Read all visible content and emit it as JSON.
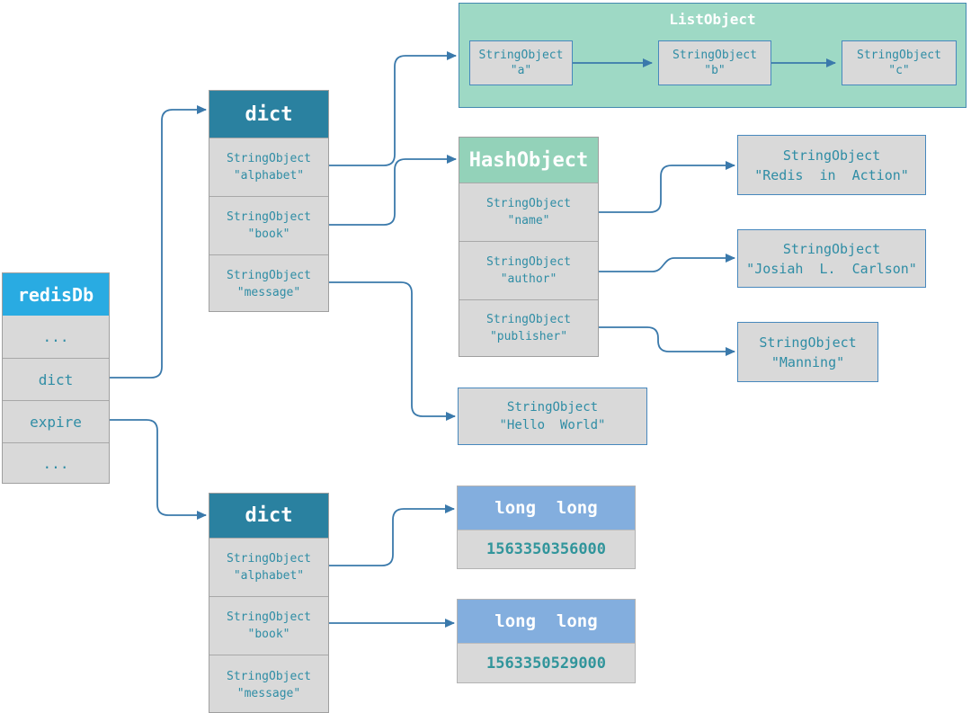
{
  "redisdb": {
    "title": "redisDb",
    "rows": [
      "...",
      "dict",
      "expire",
      "..."
    ]
  },
  "dict_top": {
    "title": "dict",
    "cells": [
      {
        "type": "StringObject",
        "value": "\"alphabet\""
      },
      {
        "type": "StringObject",
        "value": "\"book\""
      },
      {
        "type": "StringObject",
        "value": "\"message\""
      }
    ]
  },
  "dict_bottom": {
    "title": "dict",
    "cells": [
      {
        "type": "StringObject",
        "value": "\"alphabet\""
      },
      {
        "type": "StringObject",
        "value": "\"book\""
      },
      {
        "type": "StringObject",
        "value": "\"message\""
      }
    ]
  },
  "list_object": {
    "title": "ListObject",
    "items": [
      {
        "type": "StringObject",
        "value": "\"a\""
      },
      {
        "type": "StringObject",
        "value": "\"b\""
      },
      {
        "type": "StringObject",
        "value": "\"c\""
      }
    ]
  },
  "hash_object": {
    "title": "HashObject",
    "cells": [
      {
        "type": "StringObject",
        "value": "\"name\""
      },
      {
        "type": "StringObject",
        "value": "\"author\""
      },
      {
        "type": "StringObject",
        "value": "\"publisher\""
      }
    ]
  },
  "string_boxes": {
    "redis_in_action": {
      "type": "StringObject",
      "value": "\"Redis  in  Action\""
    },
    "josiah": {
      "type": "StringObject",
      "value": "\"Josiah  L.  Carlson\""
    },
    "manning": {
      "type": "StringObject",
      "value": "\"Manning\""
    },
    "hello_world": {
      "type": "StringObject",
      "value": "\"Hello  World\""
    }
  },
  "long_boxes": [
    {
      "title": "long  long",
      "value": "1563350356000"
    },
    {
      "title": "long  long",
      "value": "1563350529000"
    }
  ],
  "colors": {
    "redisdb_header": "#29abe2",
    "dict_header": "#2a81a0",
    "mint_panel": "#9ed9c5",
    "hash_header": "#93d2b9",
    "long_header": "#83aede",
    "cell_background": "#d9d9d9",
    "teal_text": "#2f8da5",
    "number_text": "#31959b",
    "wire": "#3a79ab"
  }
}
